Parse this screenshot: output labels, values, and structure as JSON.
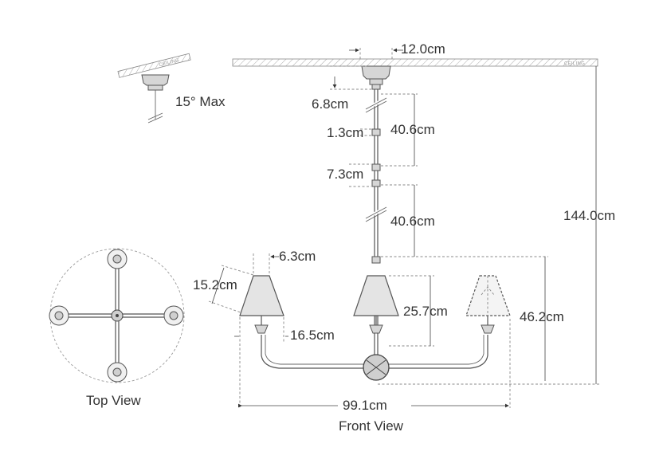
{
  "ceiling_label": "CEILING",
  "slope_label": "15° Max",
  "dimensions": {
    "canopy_width": "12.0cm",
    "canopy_height": "6.8cm",
    "rod_connector": "1.3cm",
    "rod_upper": "40.6cm",
    "rod_gap": "7.3cm",
    "rod_lower": "40.6cm",
    "overall_height": "144.0cm",
    "shade_top": "6.3cm",
    "shade_height": "15.2cm",
    "shade_bottom": "16.5cm",
    "arm_to_shade": "25.7cm",
    "body_height": "46.2cm",
    "overall_width": "99.1cm"
  },
  "captions": {
    "top_view": "Top View",
    "front_view": "Front View"
  },
  "colors": {
    "line": "#555555",
    "dash": "#888888",
    "text": "#333333",
    "shade_fill": "#e4e4e4"
  }
}
